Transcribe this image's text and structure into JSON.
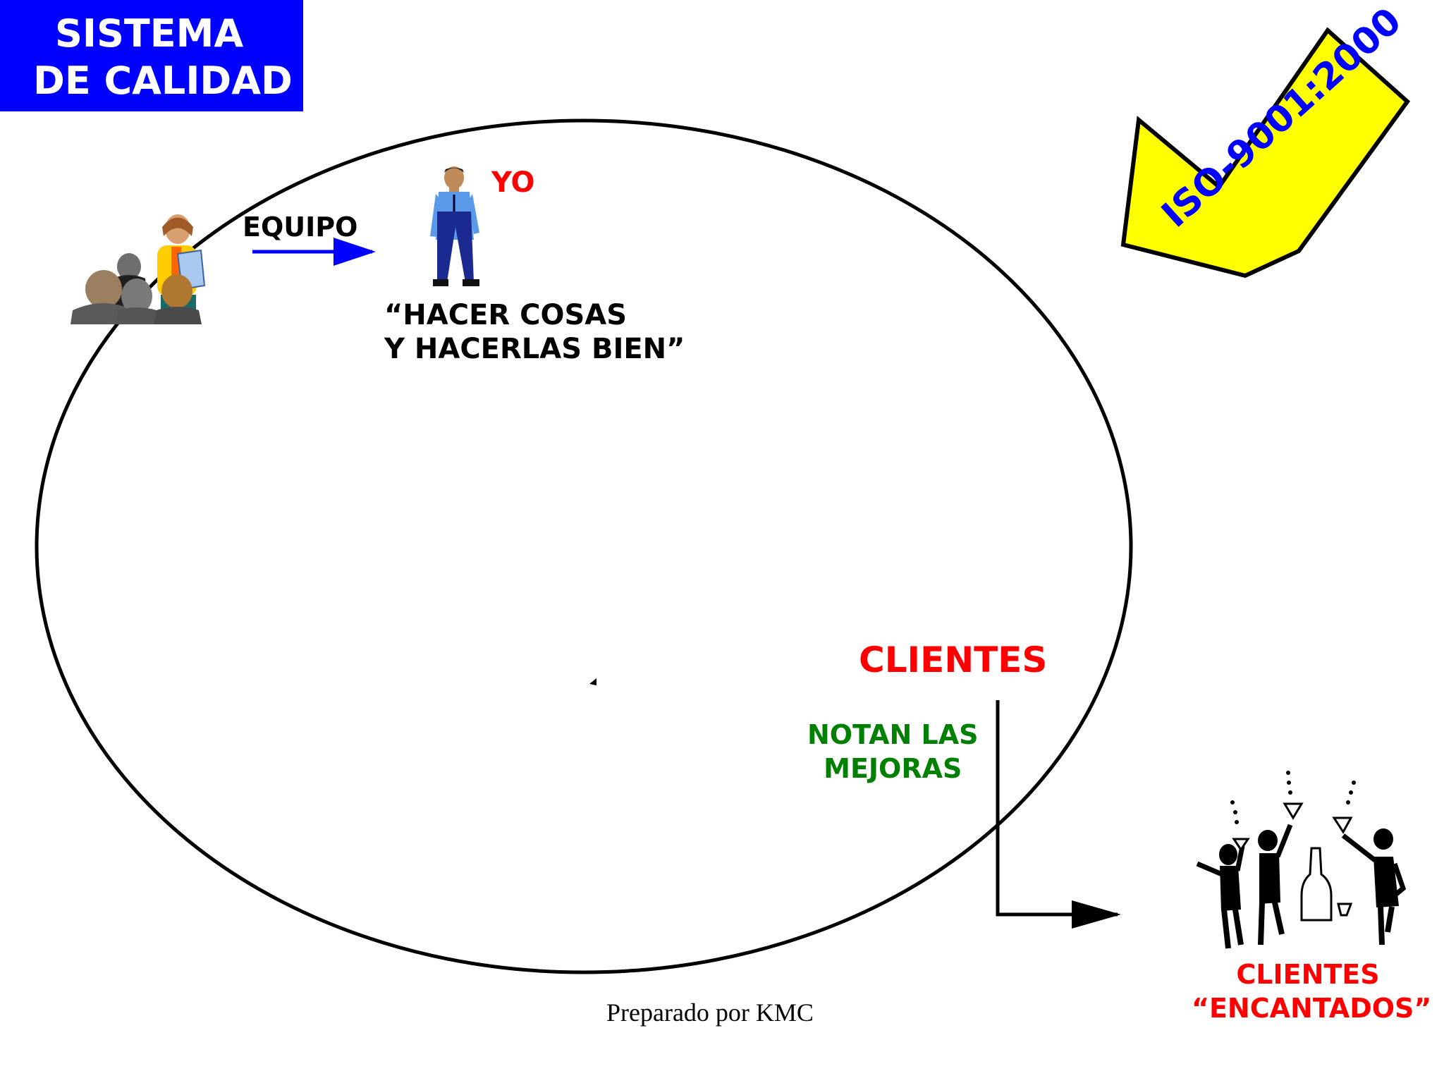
{
  "title": {
    "line1": "SISTEMA",
    "line2": "DE CALIDAD"
  },
  "labels": {
    "equipo": "EQUIPO",
    "yo": "YO",
    "quote_line1": "“HACER COSAS",
    "quote_line2": "Y HACERLAS BIEN”",
    "clientes": "CLIENTES",
    "notan_line1": "NOTAN LAS",
    "notan_line2": "MEJORAS",
    "encantados_line1": "CLIENTES",
    "encantados_line2": "“ENCANTADOS”",
    "iso": "ISO-9001:2000",
    "footer": "Preparado por KMC"
  },
  "icons": {
    "team": "team-clipart-icon",
    "person": "standing-man-icon",
    "customers": "celebrating-customers-icon",
    "iso_arrow": "yellow-arrow-icon"
  },
  "colors": {
    "title_bg": "#0000ff",
    "title_text": "#ffffff",
    "red": "#ff0000",
    "green": "#008000",
    "blue": "#0000ff",
    "arrow_fill": "#ffff00"
  }
}
